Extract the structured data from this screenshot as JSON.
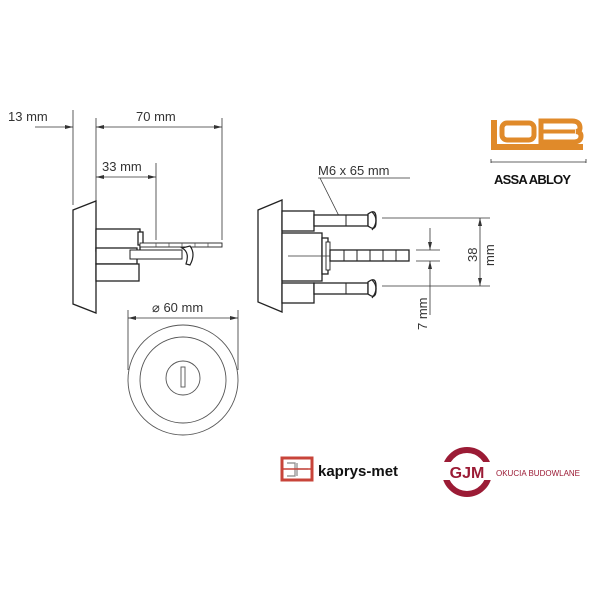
{
  "drawing": {
    "side_view": {
      "dim_rosette_thickness": "13 mm",
      "dim_total_length": "70 mm",
      "dim_cylinder_length": "33 mm"
    },
    "front_view": {
      "dim_diameter": "⌀ 60 mm"
    },
    "mount_view": {
      "screw_spec": "M6 x 65 mm",
      "dim_screw_spacing_value": "38",
      "dim_screw_spacing_unit": "mm",
      "dim_offset": "7 mm"
    }
  },
  "logos": {
    "lob": {
      "mark": "LOB",
      "subtitle": "ASSA ABLOY",
      "color": "#e08a2a"
    },
    "kaprys": {
      "name": "kaprys-met",
      "color": "#c8443a"
    },
    "gjm": {
      "mark": "GJM",
      "tagline": "OKUCIA BUDOWLANE",
      "color": "#9b1b35"
    }
  }
}
